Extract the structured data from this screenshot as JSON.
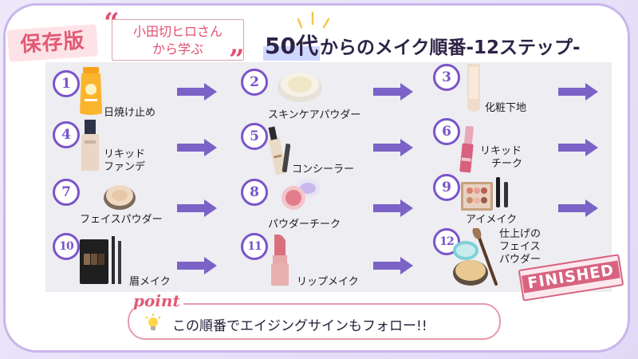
{
  "badge": "保存版",
  "quote": {
    "open": "“",
    "line1": "小田切ヒロさん",
    "line2": "から学ぶ",
    "close": "”"
  },
  "title": {
    "highlight": "50代",
    "rest": "からのメイク順番-12ステップ-"
  },
  "steps": [
    {
      "number": "1",
      "label": "日焼け止め",
      "icon": "sunscreen-tube-icon"
    },
    {
      "number": "2",
      "label": "スキンケアパウダー",
      "icon": "powder-compact-icon"
    },
    {
      "number": "3",
      "label": "化粧下地",
      "icon": "primer-tube-icon"
    },
    {
      "number": "4",
      "label_line1": "リキッド",
      "label_line2": "ファンデ",
      "icon": "foundation-bottle-icon"
    },
    {
      "number": "5",
      "label": "コンシーラー",
      "icon": "concealer-icon"
    },
    {
      "number": "6",
      "label_line1": "リキッド",
      "label_line2": "チーク",
      "icon": "liquid-blush-icon"
    },
    {
      "number": "7",
      "label": "フェイスパウダー",
      "icon": "face-powder-icon"
    },
    {
      "number": "8",
      "label": "パウダーチーク",
      "icon": "blush-compact-icon"
    },
    {
      "number": "9",
      "label": "アイメイク",
      "icon": "eyeshadow-palette-icon"
    },
    {
      "number": "10",
      "label": "眉メイク",
      "icon": "brow-palette-icon"
    },
    {
      "number": "11",
      "label": "リップメイク",
      "icon": "lipstick-icon"
    },
    {
      "number": "12",
      "label_line1": "仕上げの",
      "label_line2": "フェイス",
      "label_line3": "パウダー",
      "icon": "finishing-powder-icon"
    }
  ],
  "stamp": "FINISHED",
  "point": {
    "tag": "point",
    "text": "この順番でエイジングサインもフォロー!!"
  },
  "colors": {
    "accent_purple": "#7a54c9",
    "arrow_purple": "#7b62c6",
    "pink": "#e25a75",
    "frame": "#c9b6ea"
  }
}
